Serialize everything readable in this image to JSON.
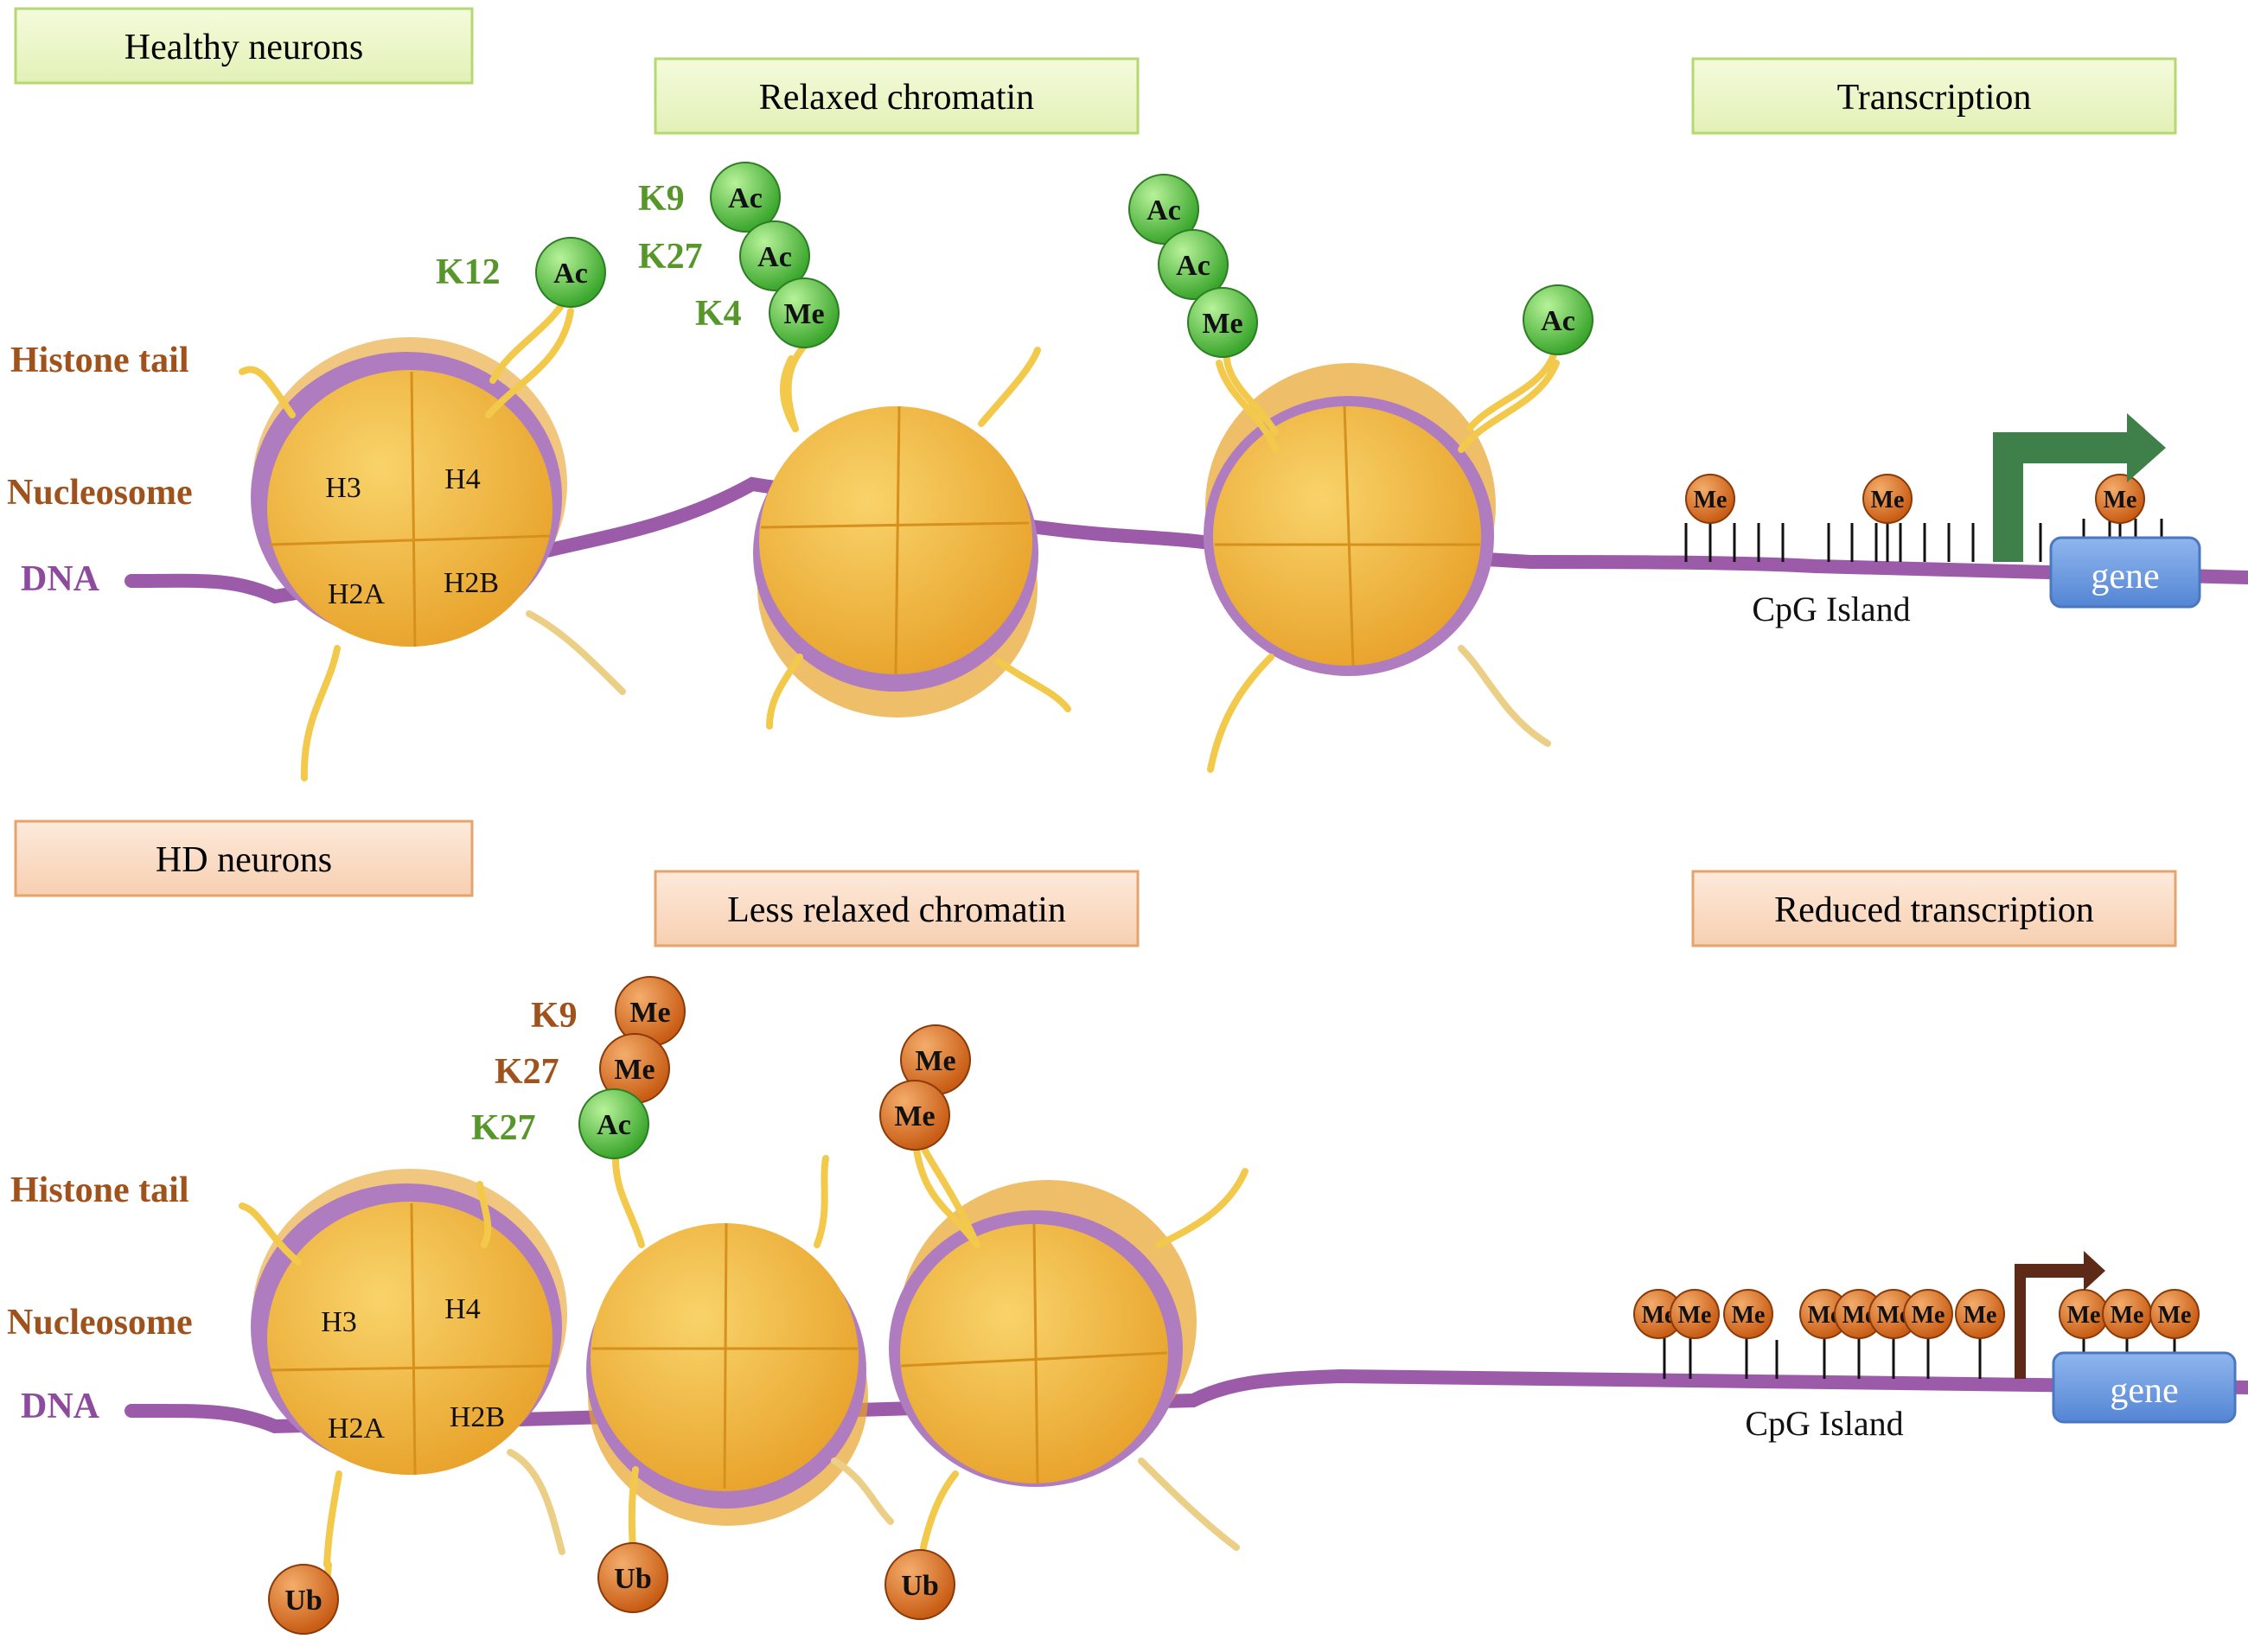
{
  "colors": {
    "healthy_box_fill": "#ecf7c8",
    "healthy_box_stroke": "#b5d873",
    "hd_box_fill": "#fbe0cc",
    "hd_box_stroke": "#e3a46e",
    "histone_fill": "#f2bb3c",
    "histone_dark": "#e39a1f",
    "dna": "#9b5ba8",
    "tail": "#f3c94b",
    "green_mark": "#52b83c",
    "orange_mark": "#cf6a1c",
    "brown_label": "#a0521c",
    "green_label": "#56962a",
    "purple_label": "#8e4a9e",
    "gene_fill": "#6d9be0",
    "healthy_arrow": "#3f7f4a",
    "hd_arrow": "#5c2a16"
  },
  "healthy": {
    "section_title": "Healthy  neurons",
    "chromatin_label": "Relaxed chromatin",
    "transcription_label": "Transcription",
    "histone_tail_label": "Histone tail",
    "nucleosome_label": "Nucleosome",
    "dna_label": "DNA",
    "histones": {
      "h3": "H3",
      "h4": "H4",
      "h2a": "H2A",
      "h2b": "H2B"
    },
    "residue_labels": {
      "k12": "K12",
      "k9": "K9",
      "k27": "K27",
      "k4": "K4"
    },
    "marks": {
      "n1_ac": "Ac",
      "n2_ac1": "Ac",
      "n2_ac2": "Ac",
      "n2_me": "Me",
      "n3_ac1": "Ac",
      "n3_ac2": "Ac",
      "n3_me": "Me",
      "n3_ac3": "Ac"
    },
    "cpg_marks": [
      "Me",
      "Me",
      "Me"
    ],
    "cpg_label": "CpG Island",
    "gene_label": "gene"
  },
  "hd": {
    "section_title": "HD neurons",
    "chromatin_label": "Less relaxed chromatin",
    "transcription_label": "Reduced transcription",
    "histone_tail_label": "Histone tail",
    "nucleosome_label": "Nucleosome",
    "dna_label": "DNA",
    "histones": {
      "h3": "H3",
      "h4": "H4",
      "h2a": "H2A",
      "h2b": "H2B"
    },
    "residue_labels": {
      "k9": "K9",
      "k27a": "K27",
      "k27b": "K27"
    },
    "marks": {
      "n2_me1": "Me",
      "n2_me2": "Me",
      "n2_ac": "Ac",
      "n3_me1": "Me",
      "n3_me2": "Me",
      "ub1": "Ub",
      "ub2": "Ub",
      "ub3": "Ub"
    },
    "cpg_marks": [
      "Me",
      "Me",
      "Me",
      "Me",
      "Me",
      "Me",
      "Me",
      "Me",
      "Me",
      "Me",
      "Me"
    ],
    "cpg_label": "CpG Island",
    "gene_label": "gene"
  }
}
